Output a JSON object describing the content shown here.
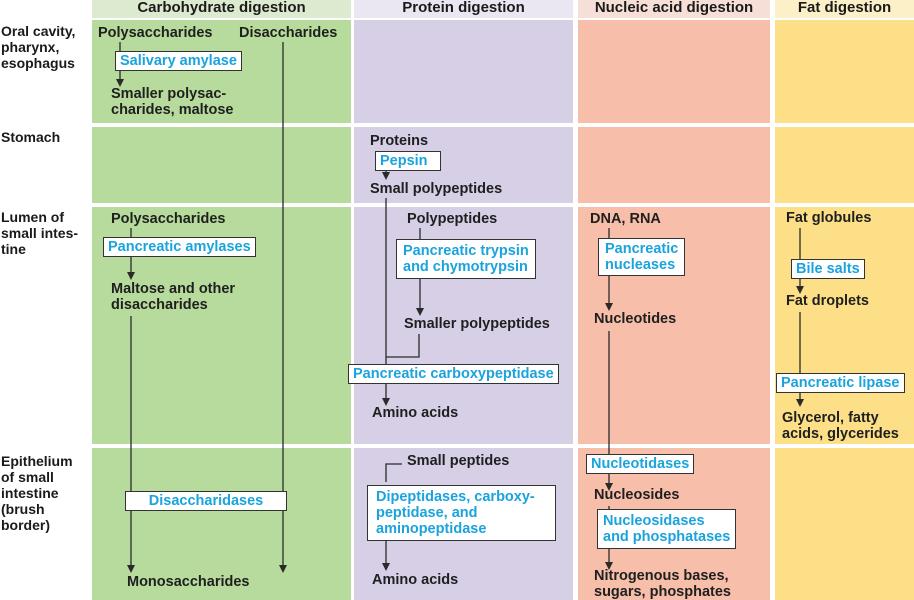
{
  "columns": {
    "carb": "Carbohydrate digestion",
    "protein": "Protein digestion",
    "nucleic": "Nucleic acid digestion",
    "fat": "Fat digestion"
  },
  "rows": {
    "oral": "Oral cavity,\npharynx,\nesophagus",
    "stomach": "Stomach",
    "lumen": "Lumen of\nsmall intes-\ntine",
    "epithelium": "Epithelium\nof small\nintestine\n(brush\nborder)"
  },
  "carb": {
    "polysaccharides": "Polysaccharides",
    "disaccharides": "Disaccharides",
    "salivary_amylase": "Salivary amylase",
    "smaller_polysac": "Smaller polysac-\ncharides, maltose",
    "polysaccharides_2": "Polysaccharides",
    "pancreatic_amylases": "Pancreatic amylases",
    "maltose_other": "Maltose and other\ndisaccharides",
    "disaccharidases": "Disaccharidases",
    "monosaccharides": "Monosaccharides"
  },
  "protein": {
    "proteins": "Proteins",
    "pepsin": "Pepsin",
    "small_polypeptides": "Small polypeptides",
    "polypeptides": "Polypeptides",
    "trypsin": "Pancreatic trypsin\nand chymotrypsin",
    "smaller_polypeptides": "Smaller polypeptides",
    "carboxypeptidase": "Pancreatic carboxypeptidase",
    "amino_acids_1": "Amino acids",
    "small_peptides": "Small peptides",
    "dipeptidases": "Dipeptidases, carboxy-\npeptidase, and\naminopeptidase",
    "amino_acids_2": "Amino acids"
  },
  "nucleic": {
    "dna_rna": "DNA, RNA",
    "nucleases": "Pancreatic\nnucleases",
    "nucleotides": "Nucleotides",
    "nucleotidases": "Nucleotidases",
    "nucleosides": "Nucleosides",
    "nucleosidases": "Nucleosidases\nand phosphatases",
    "bases": "Nitrogenous bases,\nsugars, phosphates"
  },
  "fat": {
    "fat_globules": "Fat globules",
    "bile_salts": "Bile salts",
    "fat_droplets": "Fat droplets",
    "lipase": "Pancreatic lipase",
    "glycerol": "Glycerol, fatty\nacids, glycerides"
  },
  "colors": {
    "carb_header": "#dcebd0",
    "carb_cell": "#b7db9c",
    "protein_header": "#ebe7f2",
    "protein_cell": "#d6cfe6",
    "nucleic_header": "#f6dfd6",
    "nucleic_cell": "#f7bea9",
    "fat_header": "#fbf0c8",
    "fat_cell": "#fcdf86",
    "enzyme_text": "#1aa3dc"
  }
}
